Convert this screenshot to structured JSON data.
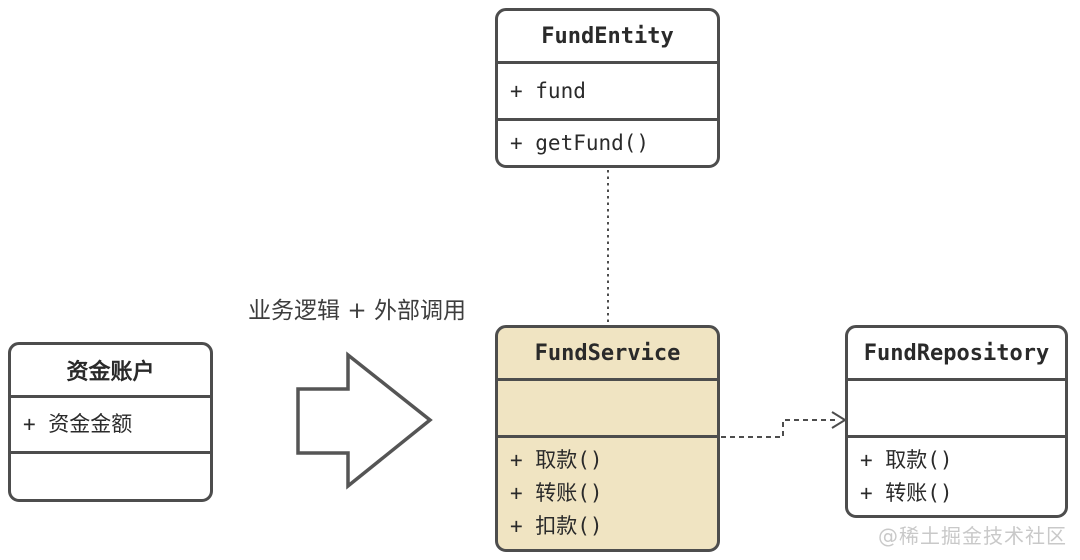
{
  "diagram": {
    "arrow_label": "业务逻辑 + 外部调用",
    "watermark": "@稀土掘金技术社区",
    "colors": {
      "border": "#4d4d4d",
      "service_fill": "#f0e4c2",
      "text": "#2a2a2a",
      "watermark": "#c9c9c9"
    },
    "classes": {
      "fund_entity": {
        "title": "FundEntity",
        "attributes": [
          "+ fund"
        ],
        "methods": [
          "+ getFund()"
        ]
      },
      "fund_account": {
        "title": "资金账户",
        "attributes": [
          "+ 资金金额"
        ],
        "methods": []
      },
      "fund_service": {
        "title": "FundService",
        "attributes": [],
        "methods": [
          "+ 取款()",
          "+ 转账()",
          "+ 扣款()"
        ]
      },
      "fund_repository": {
        "title": "FundRepository",
        "attributes": [],
        "methods": [
          "+ 取款()",
          "+ 转账()"
        ]
      }
    },
    "connectors": {
      "entity_service": "dotted-line",
      "service_repository": "dashed-open-arrow"
    }
  }
}
